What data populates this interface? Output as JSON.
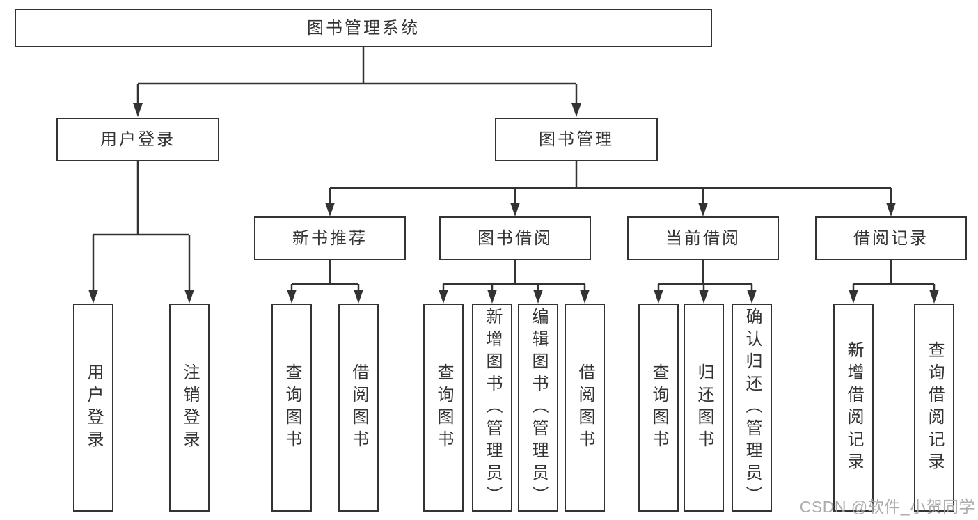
{
  "diagram": {
    "root_label": "图书管理系统",
    "branches": [
      {
        "label": "用户登录",
        "leaves": [
          "用户登录",
          "注销登录"
        ]
      },
      {
        "label": "图书管理",
        "groups": [
          {
            "label": "新书推荐",
            "leaves": [
              "查询图书",
              "借阅图书"
            ]
          },
          {
            "label": "图书借阅",
            "leaves": [
              "查询图书",
              "新增图书（管理员）",
              "编辑图书（管理员）",
              "借阅图书"
            ]
          },
          {
            "label": "当前借阅",
            "leaves": [
              "查询图书",
              "归还图书",
              "确认归还（管理员）"
            ]
          },
          {
            "label": "借阅记录",
            "leaves": [
              "新增借阅记录",
              "查询借阅记录"
            ]
          }
        ]
      }
    ]
  },
  "watermark": {
    "text": "CSDN @软件_小贺同学"
  },
  "colors": {
    "line": "#333333",
    "text": "#333333",
    "background": "#ffffff",
    "watermark": "#a8a8a8"
  }
}
